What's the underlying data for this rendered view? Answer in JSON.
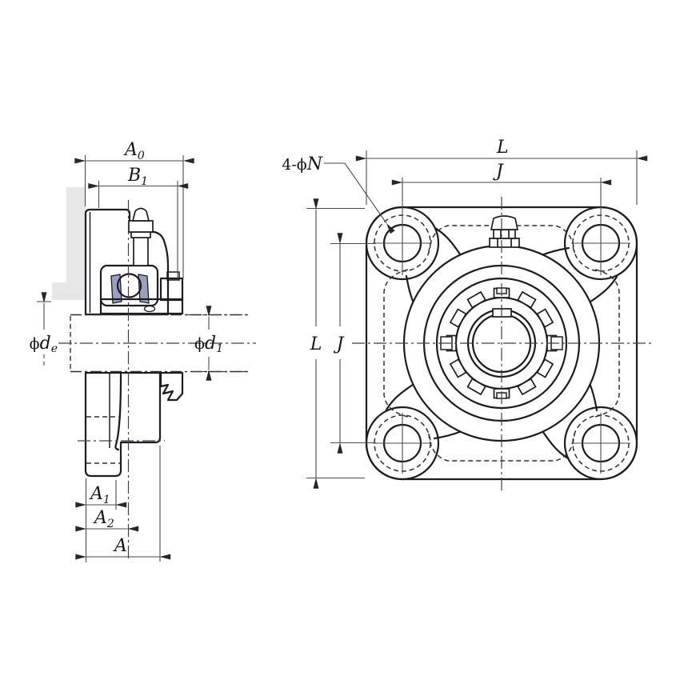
{
  "diagram": {
    "kind": "four-bolt-flange-bearing-unit-drawing",
    "colors": {
      "body_fill": "#dee2f1",
      "ring_fill": "#b7c0dc",
      "seal_fill": "#9aa0bf",
      "wall_fill": "#e7e7e7",
      "outline": "#1c1c22",
      "dimension": "#4a4a52",
      "background": "#ffffff"
    },
    "side_view": {
      "labels": {
        "a0": {
          "main": "A",
          "sub": "0"
        },
        "b1": {
          "main": "B",
          "sub": "1"
        },
        "de": {
          "phi": "ϕ",
          "main": "d",
          "sub": "e"
        },
        "d1": {
          "phi": "ϕ",
          "main": "d",
          "sub": "1"
        },
        "a1": {
          "main": "A",
          "sub": "1"
        },
        "a2": {
          "main": "A",
          "sub": "2"
        },
        "a": {
          "main": "A"
        }
      }
    },
    "front_view": {
      "labels": {
        "n_holes": {
          "prefix": "4-ϕ",
          "main": "N"
        },
        "l_top": {
          "main": "L"
        },
        "j_top": {
          "main": "J"
        },
        "l_side": {
          "main": "L"
        },
        "j_side": {
          "main": "J"
        }
      }
    }
  }
}
